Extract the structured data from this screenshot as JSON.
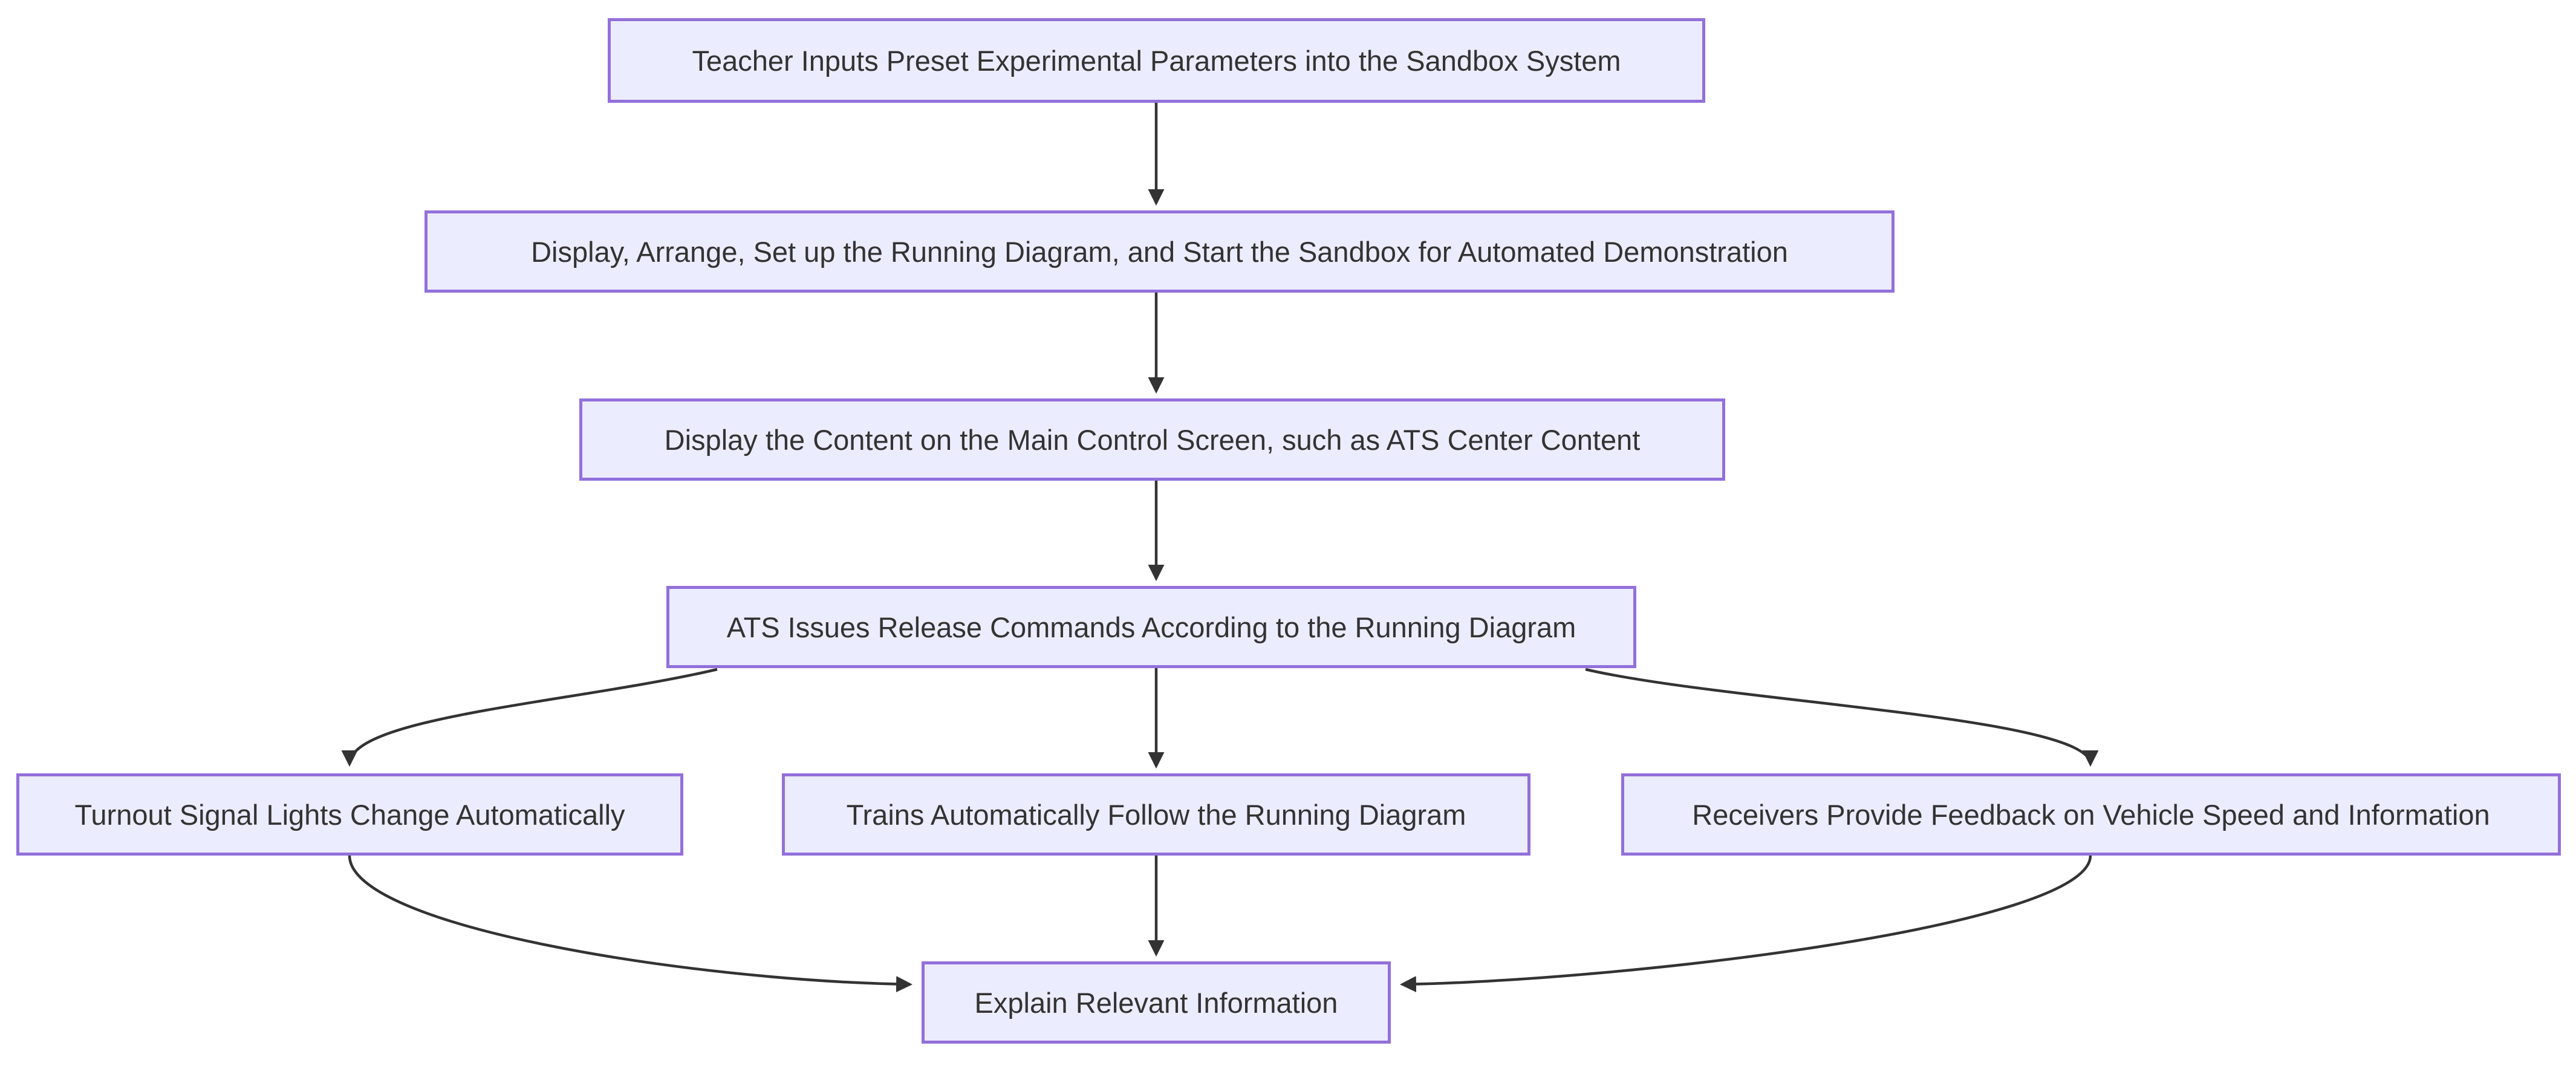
{
  "diagram": {
    "type": "flowchart",
    "direction": "top-down",
    "background": "#FFFFFF",
    "colors": {
      "node_fill": "#ECECFF",
      "node_border": "#9370DB",
      "arrow": "#333333",
      "text": "#333333"
    },
    "nodes": [
      {
        "id": "A",
        "label": "Teacher Inputs Preset Experimental Parameters into the Sandbox System"
      },
      {
        "id": "B",
        "label": "Display, Arrange, Set up the Running Diagram, and Start the Sandbox for Automated Demonstration"
      },
      {
        "id": "C",
        "label": "Display the Content on the Main Control Screen, such as ATS Center Content"
      },
      {
        "id": "D",
        "label": "ATS Issues Release Commands According to the Running Diagram"
      },
      {
        "id": "E",
        "label": "Turnout Signal Lights Change Automatically"
      },
      {
        "id": "F",
        "label": "Trains Automatically Follow the Running Diagram"
      },
      {
        "id": "G",
        "label": "Receivers Provide Feedback on Vehicle Speed and Information"
      },
      {
        "id": "H",
        "label": "Explain Relevant Information"
      }
    ],
    "edges": [
      {
        "from": "A",
        "to": "B"
      },
      {
        "from": "B",
        "to": "C"
      },
      {
        "from": "C",
        "to": "D"
      },
      {
        "from": "D",
        "to": "E"
      },
      {
        "from": "D",
        "to": "F"
      },
      {
        "from": "D",
        "to": "G"
      },
      {
        "from": "E",
        "to": "H"
      },
      {
        "from": "F",
        "to": "H"
      },
      {
        "from": "G",
        "to": "H"
      }
    ]
  }
}
